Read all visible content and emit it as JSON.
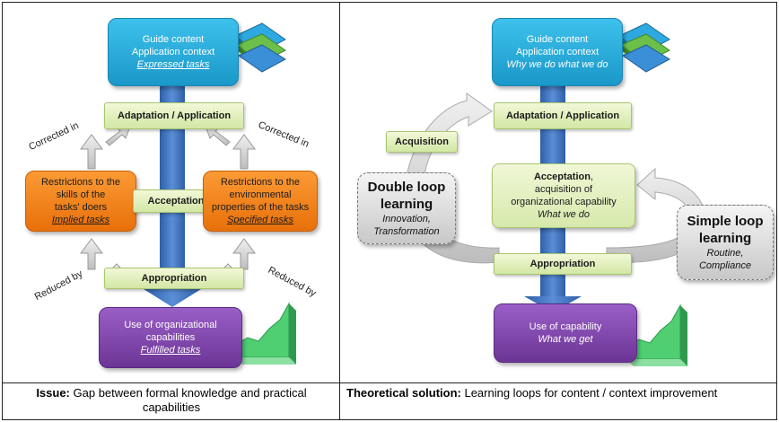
{
  "left": {
    "guide": {
      "line1": "Guide content",
      "line2": "Application context",
      "line3": "Expressed tasks"
    },
    "adaptation": "Adaptation / Application",
    "corrected_left": "Corrected in",
    "corrected_right": "Corrected in",
    "restr_left": {
      "line1": "Restrictions to the",
      "line2": "skills of the",
      "line3": "tasks' doers",
      "line4": "Implied tasks"
    },
    "restr_right": {
      "line1": "Restrictions to the",
      "line2": "environmental",
      "line3": "properties of the tasks",
      "line4": "Specified tasks"
    },
    "acceptation": "Acceptation",
    "appropriation": "Appropriation",
    "reduced_left": "Reduced by",
    "reduced_right": "Reduced by",
    "use": {
      "line1": "Use of organizational",
      "line2": "capabilities",
      "line3": "Fulfilled tasks"
    }
  },
  "right": {
    "guide": {
      "line1": "Guide content",
      "line2": "Application context",
      "line3": "Why we do what we do"
    },
    "adaptation": "Adaptation / Application",
    "acquisition": "Acquisition",
    "acceptation": {
      "line1": "Acceptation",
      "line1_suffix": ",",
      "line2": "acquisition of",
      "line3": "organizational capability",
      "line4": "What we do"
    },
    "double_loop": {
      "title1": "Double loop",
      "title2": "learning",
      "sub1": "Innovation,",
      "sub2": "Transformation"
    },
    "simple_loop": {
      "title1": "Simple loop",
      "title2": "learning",
      "sub1": "Routine,",
      "sub2": "Compliance"
    },
    "appropriation": "Appropriation",
    "use": {
      "line1": "Use of capability",
      "line2": "What we get"
    }
  },
  "captions": {
    "left_bold": "Issue:",
    "left_text": "Gap between formal knowledge and practical",
    "left_text2": "capabilities",
    "right_bold": "Theoretical solution:",
    "right_text": "Learning loops for content / context improvement"
  },
  "colors": {
    "blue": "#1a98c9",
    "purple": "#6b3595",
    "orange": "#f28a1e",
    "light_green": "#d6e9ac",
    "grey": "#c8c8c8",
    "arrow_blue": "#3f73c0"
  },
  "icons": [
    "books-icon",
    "growth-chart-icon"
  ]
}
